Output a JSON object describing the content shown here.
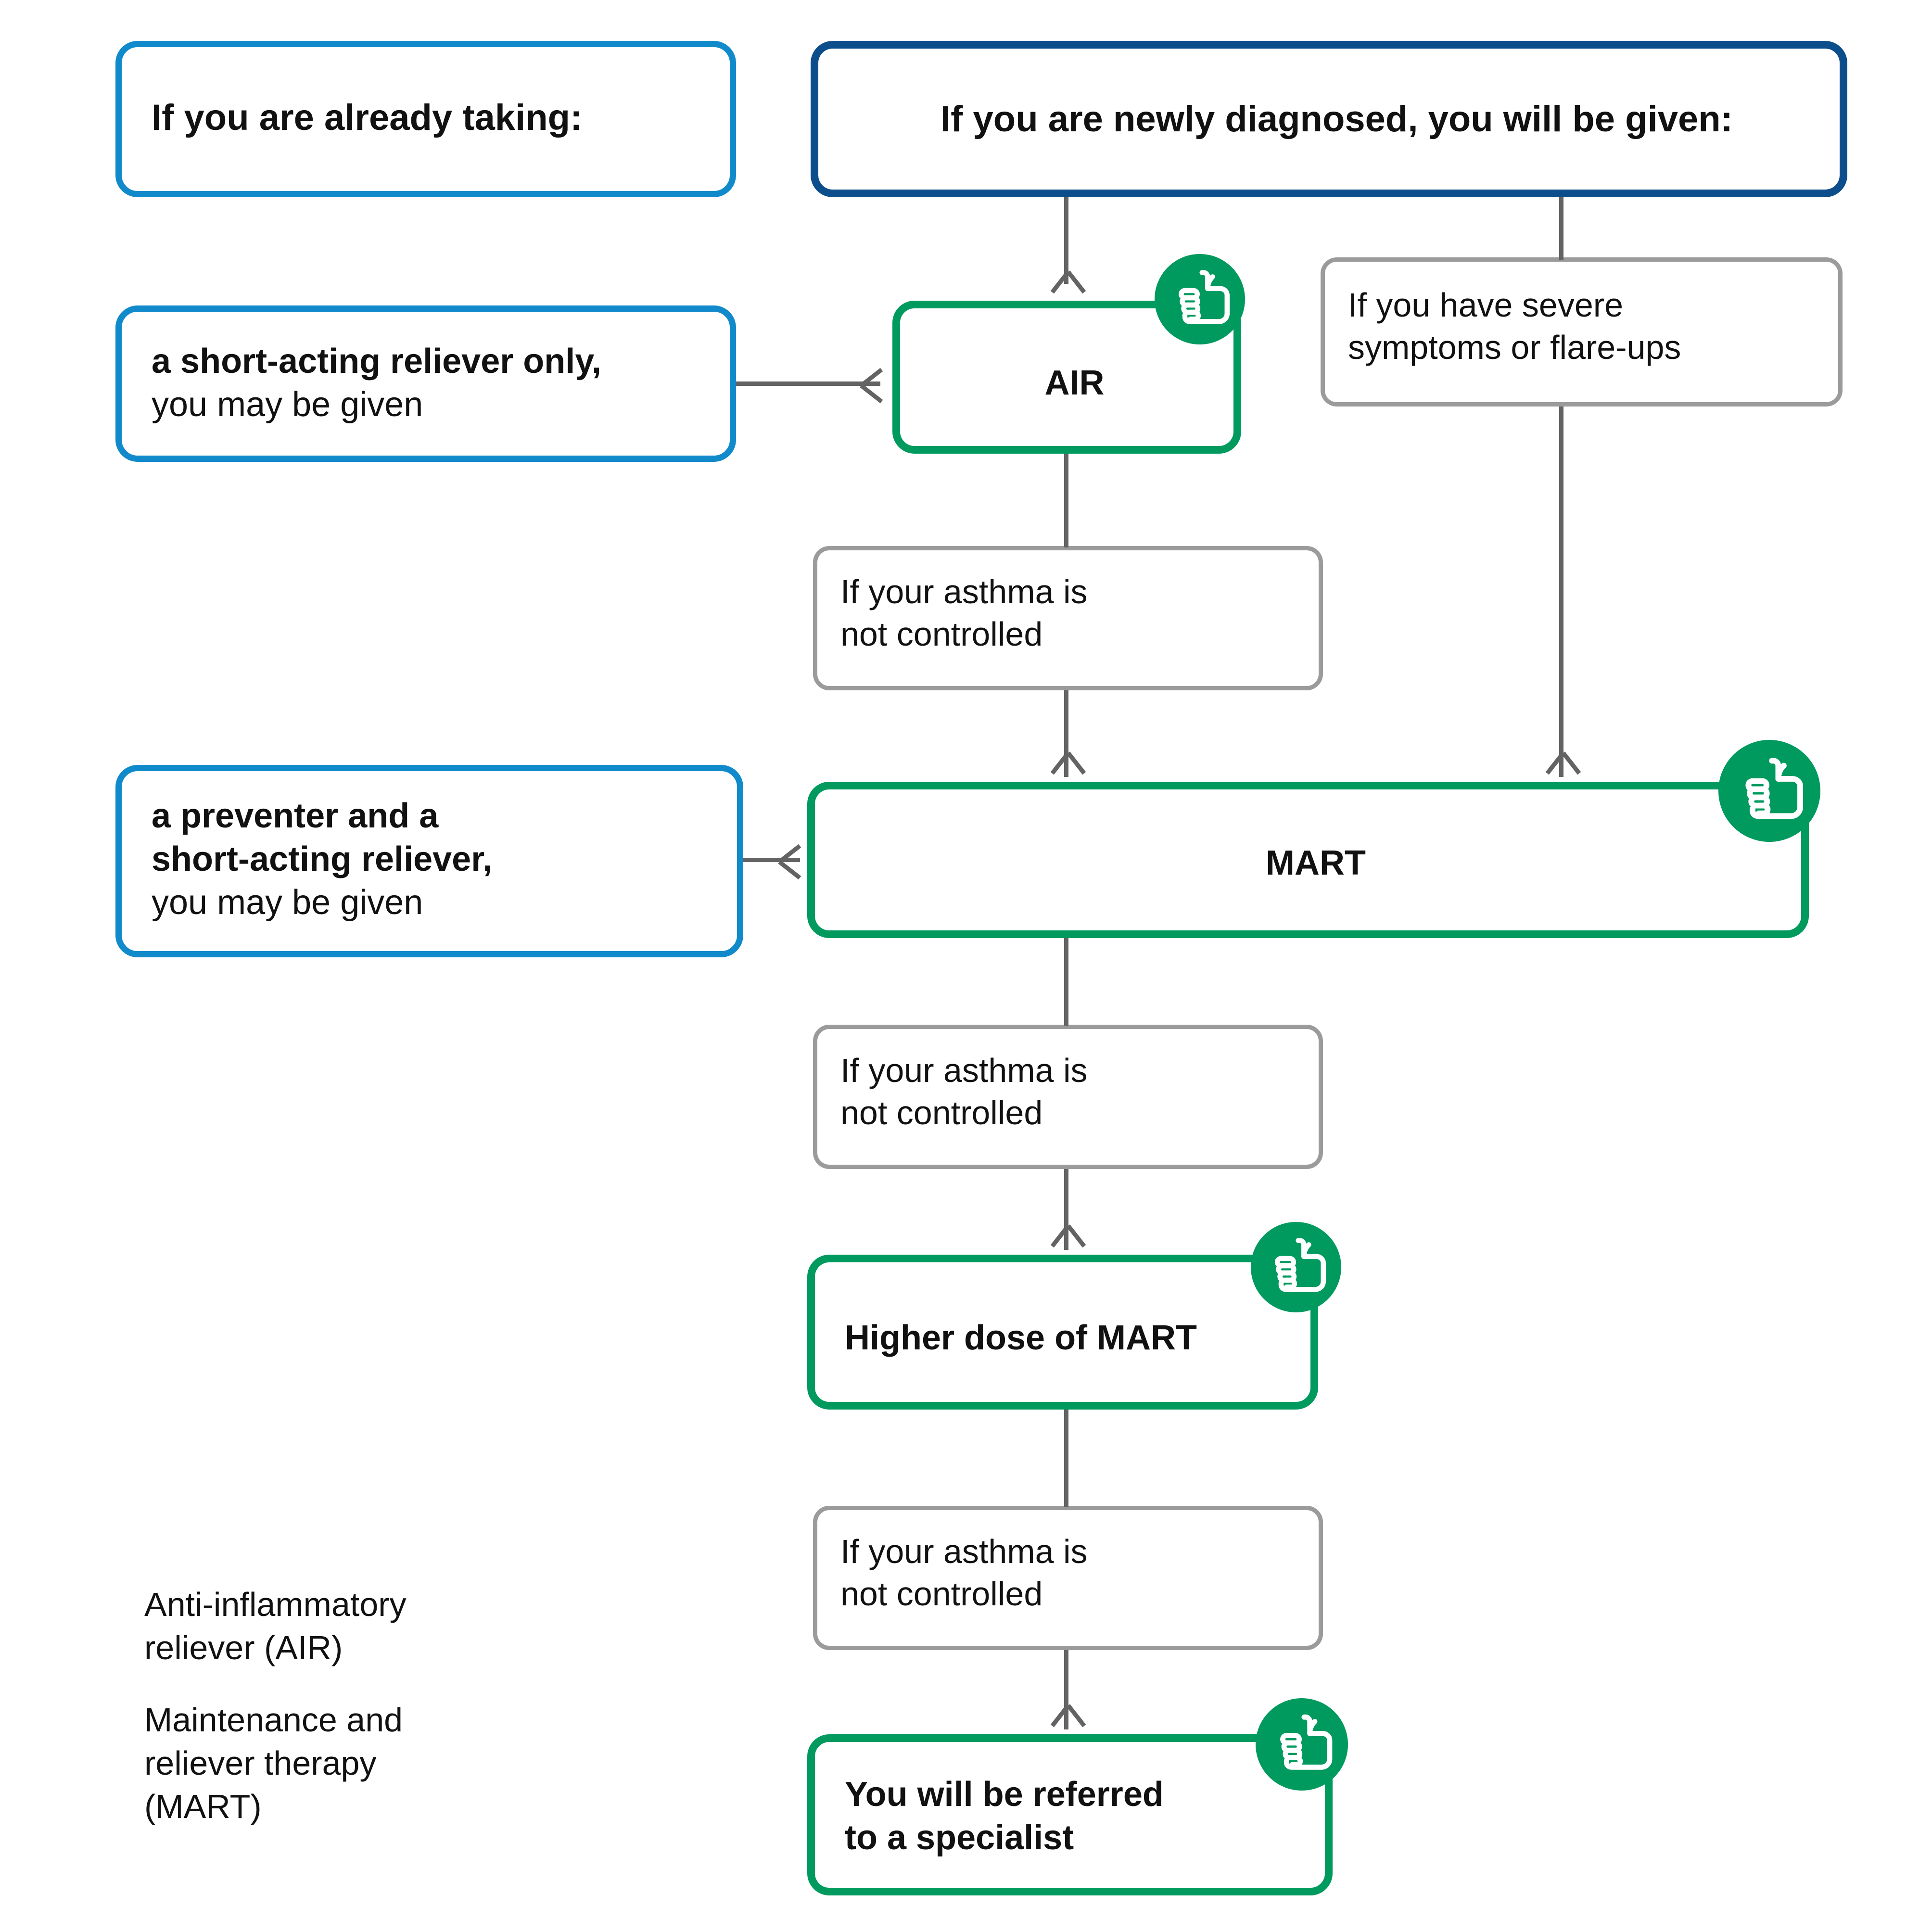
{
  "diagram": {
    "title_lanes": {
      "existing": "If you are already taking:",
      "newly": "If you are newly diagnosed, you will be given:"
    },
    "colors": {
      "light_blue": "#118ACB",
      "navy": "#0C4D8C",
      "green": "#009A5E",
      "grey": "#9B9B9B",
      "connector": "#636363"
    },
    "left_boxes": [
      {
        "bold": "a short-acting reliever only,",
        "regular": "you may be given"
      },
      {
        "bold_lines": [
          "a preventer and a",
          "short-acting reliever,"
        ],
        "regular": "you may be given"
      }
    ],
    "treatment_boxes": {
      "air": "AIR",
      "mart": "MART",
      "higher_dose": "Higher dose of MART",
      "specialist_lines": [
        "You will be referred",
        "to a specialist"
      ]
    },
    "condition_boxes": {
      "severe_lines": [
        "If you have severe",
        "symptoms or flare-ups"
      ],
      "not_controlled_lines": [
        "If your asthma is",
        "not controlled"
      ]
    },
    "legend": [
      {
        "lines": [
          "Anti-inflammatory",
          "reliever (AIR)"
        ]
      },
      {
        "lines": [
          "Maintenance and",
          "reliever therapy",
          "(MART)"
        ]
      }
    ],
    "icons": {
      "thumbs_up": "thumbs-up-icon"
    }
  }
}
